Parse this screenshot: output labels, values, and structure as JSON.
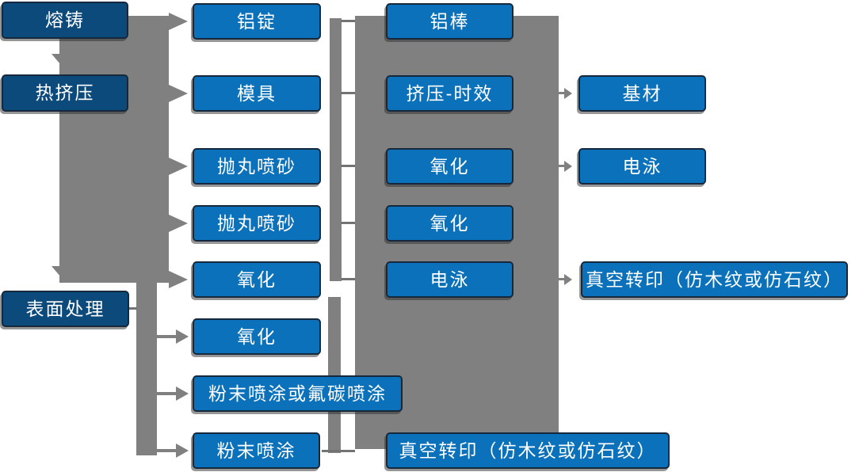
{
  "diagram": {
    "colors": {
      "stage_box_fill": "#0d4a7c",
      "process_box_fill": "#0b71ba",
      "box_border": "#16293c",
      "box_backdrop": "#0c5e9e",
      "connector_gray": "#808080",
      "text": "#ffffff",
      "background": "#ffffff"
    },
    "stage_nodes": [
      {
        "label": "熔铸"
      },
      {
        "label": "热挤压"
      },
      {
        "label": "表面处理"
      }
    ],
    "col2_nodes": [
      {
        "label": "铝锭"
      },
      {
        "label": "模具"
      },
      {
        "label": "抛丸喷砂"
      },
      {
        "label": "抛丸喷砂"
      },
      {
        "label": "氧化"
      },
      {
        "label": "氧化"
      },
      {
        "label": "粉末喷涂或氟碳喷涂"
      },
      {
        "label": "粉末喷涂"
      }
    ],
    "col3_nodes": [
      {
        "label": "铝棒"
      },
      {
        "label": "挤压-时效"
      },
      {
        "label": "氧化"
      },
      {
        "label": "氧化"
      },
      {
        "label": "电泳"
      },
      {
        "label": "真空转印（仿木纹或仿石纹）"
      }
    ],
    "col4_nodes": [
      {
        "label": "基材"
      },
      {
        "label": "电泳"
      },
      {
        "label": "真空转印（仿木纹或仿石纹）"
      }
    ],
    "edges": [
      {
        "from": "熔铸",
        "to": "热挤压"
      },
      {
        "from": "熔铸",
        "to": "铝锭"
      },
      {
        "from": "热挤压",
        "to": "模具"
      },
      {
        "from": "热挤压",
        "to": "抛丸喷砂"
      },
      {
        "from": "热挤压",
        "to": "表面处理"
      },
      {
        "from": "表面处理",
        "to": "氧化"
      },
      {
        "from": "表面处理",
        "to": "粉末喷涂或氟碳喷涂"
      },
      {
        "from": "表面处理",
        "to": "粉末喷涂"
      },
      {
        "from": "挤压-时效",
        "to": "基材"
      },
      {
        "from": "氧化",
        "to": "电泳"
      },
      {
        "from": "电泳",
        "to": "真空转印（仿木纹或仿石纹）"
      },
      {
        "from": "粉末喷涂",
        "to": "真空转印（仿木纹或仿石纹）"
      }
    ]
  }
}
